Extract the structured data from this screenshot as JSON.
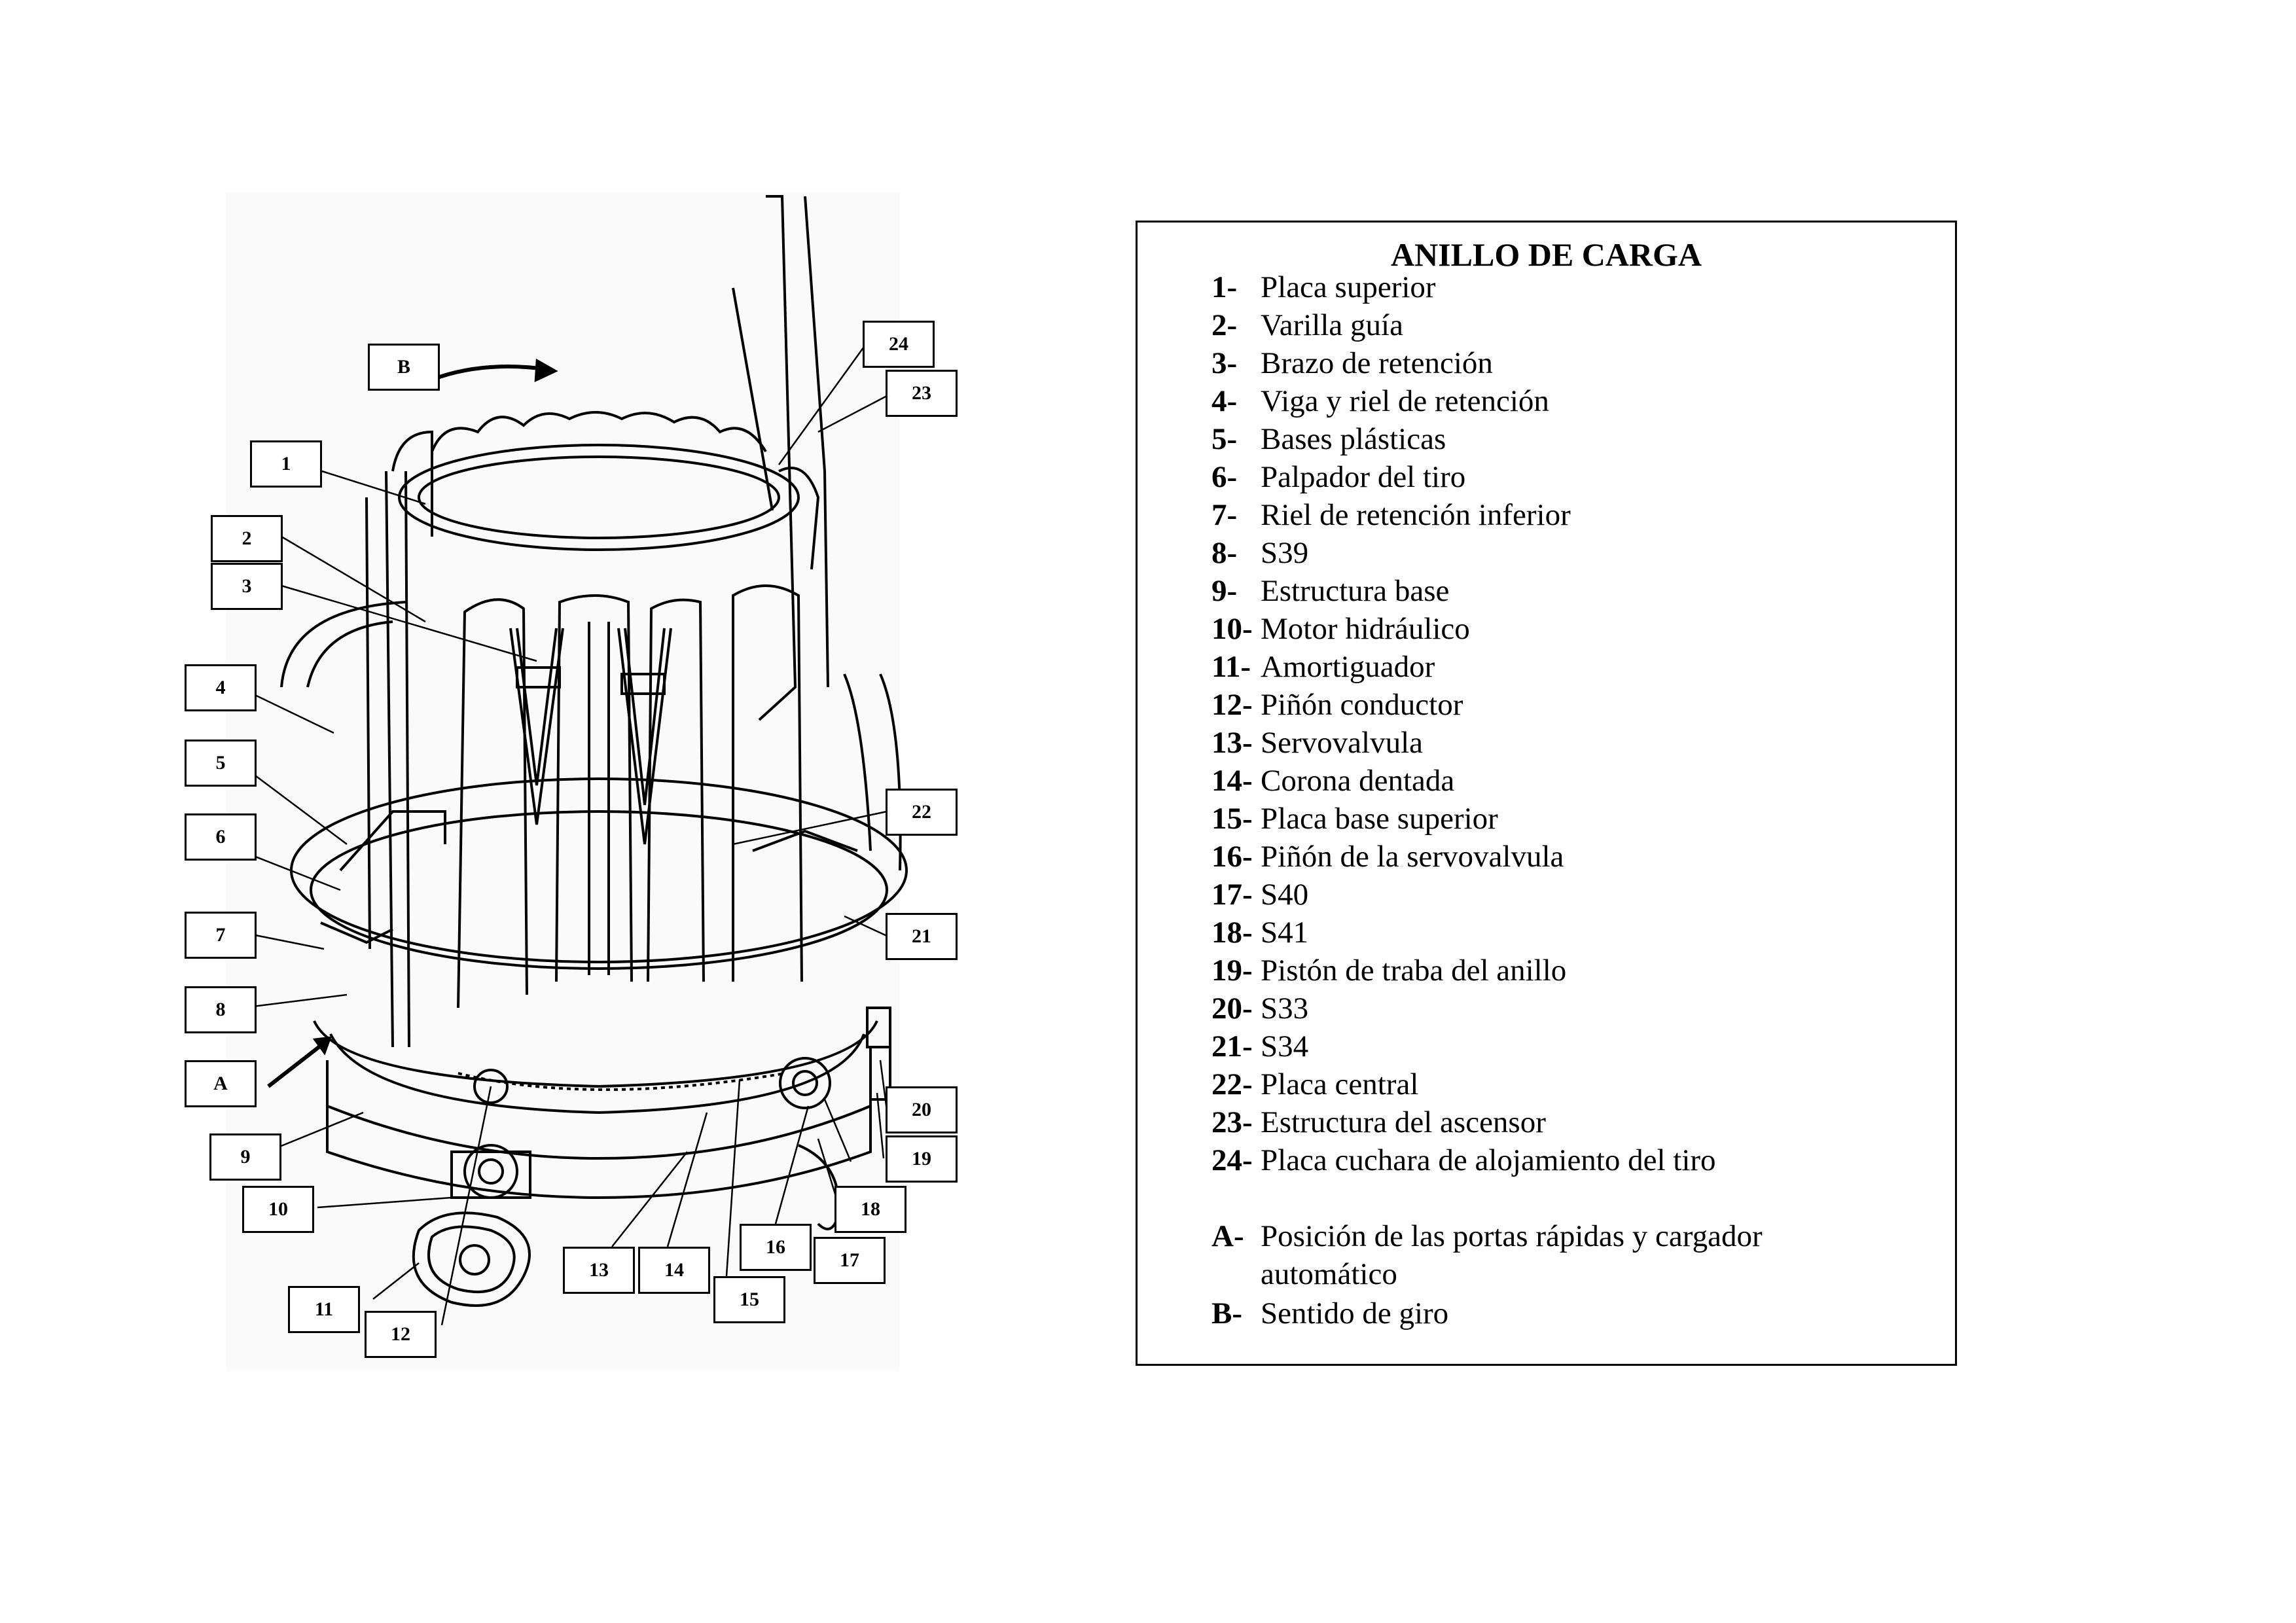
{
  "diagram": {
    "callouts": [
      {
        "id": "c1",
        "label": "1"
      },
      {
        "id": "c2",
        "label": "2"
      },
      {
        "id": "c3",
        "label": "3"
      },
      {
        "id": "c4",
        "label": "4"
      },
      {
        "id": "c5",
        "label": "5"
      },
      {
        "id": "c6",
        "label": "6"
      },
      {
        "id": "c7",
        "label": "7"
      },
      {
        "id": "c8",
        "label": "8"
      },
      {
        "id": "cA",
        "label": "A"
      },
      {
        "id": "c9",
        "label": "9"
      },
      {
        "id": "c10",
        "label": "10"
      },
      {
        "id": "c11",
        "label": "11"
      },
      {
        "id": "c12",
        "label": "12"
      },
      {
        "id": "c13",
        "label": "13"
      },
      {
        "id": "c14",
        "label": "14"
      },
      {
        "id": "c15",
        "label": "15"
      },
      {
        "id": "c16",
        "label": "16"
      },
      {
        "id": "c17",
        "label": "17"
      },
      {
        "id": "c18",
        "label": "18"
      },
      {
        "id": "c19",
        "label": "19"
      },
      {
        "id": "c20",
        "label": "20"
      },
      {
        "id": "c21",
        "label": "21"
      },
      {
        "id": "c22",
        "label": "22"
      },
      {
        "id": "c23",
        "label": "23"
      },
      {
        "id": "c24",
        "label": "24"
      },
      {
        "id": "cB",
        "label": "B"
      }
    ]
  },
  "legend": {
    "title": "ANILLO DE CARGA",
    "items": [
      {
        "num": "1-",
        "text": "Placa superior"
      },
      {
        "num": "2-",
        "text": "Varilla guía"
      },
      {
        "num": "3-",
        "text": "Brazo de retención"
      },
      {
        "num": "4-",
        "text": "Viga y riel de retención"
      },
      {
        "num": "5-",
        "text": "Bases plásticas"
      },
      {
        "num": "6-",
        "text": "Palpador del tiro"
      },
      {
        "num": "7-",
        "text": "Riel de retención inferior"
      },
      {
        "num": "8-",
        "text": "S39"
      },
      {
        "num": "9-",
        "text": "Estructura base"
      },
      {
        "num": "10-",
        "text": "Motor hidráulico"
      },
      {
        "num": "11-",
        "text": "Amortiguador"
      },
      {
        "num": "12-",
        "text": "Piñón conductor"
      },
      {
        "num": "13-",
        "text": "Servovalvula"
      },
      {
        "num": "14-",
        "text": "Corona dentada"
      },
      {
        "num": "15-",
        "text": "Placa base superior"
      },
      {
        "num": "16-",
        "text": "Piñón de la servovalvula"
      },
      {
        "num": "17-",
        "text": "S40"
      },
      {
        "num": "18-",
        "text": "S41"
      },
      {
        "num": "19-",
        "text": "Pistón de traba del anillo"
      },
      {
        "num": "20-",
        "text": "S33"
      },
      {
        "num": "21-",
        "text": "S34"
      },
      {
        "num": "22-",
        "text": "Placa central"
      },
      {
        "num": "23-",
        "text": "Estructura del ascensor"
      },
      {
        "num": "24-",
        "text": "Placa cuchara de alojamiento del tiro"
      },
      {
        "num": "A-",
        "text": "Posición de las portas rápidas y cargador",
        "text2": "automático"
      },
      {
        "num": "B-",
        "text": "Sentido de giro"
      }
    ]
  }
}
